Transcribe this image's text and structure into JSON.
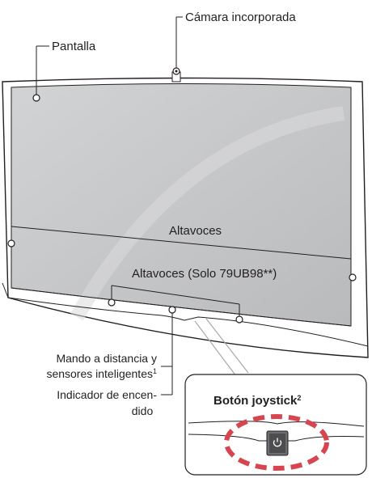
{
  "labels": {
    "camera": "Cámara incorporada",
    "screen": "Pantalla",
    "speakers": "Altavoces",
    "speakers_model": "Altavoces (Solo 79UB98**)",
    "remote_sensor_line1": "Mando a distancia y",
    "remote_sensor_line2": "sensores inteligentes",
    "remote_sensor_footnote": "1",
    "power_indicator_line1": "Indicador de encen-",
    "power_indicator_line2": "dido",
    "joystick_title": "Botón joystick",
    "joystick_footnote": "2"
  },
  "icons": {
    "power": "power-icon"
  },
  "colors": {
    "line": "#231f20",
    "highlight_ring": "#d64550",
    "screen_gray": "#c8c9cb"
  }
}
